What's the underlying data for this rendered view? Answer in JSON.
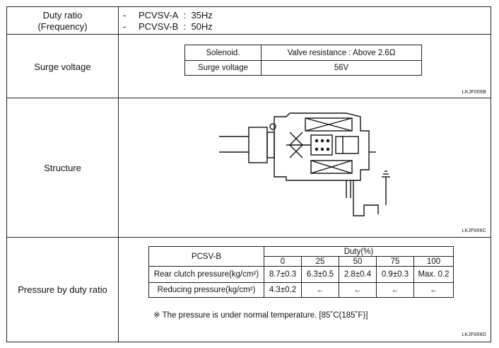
{
  "duty_ratio": {
    "label_line1": "Duty ratio",
    "label_line2": "(Frequency)",
    "bullet": "-",
    "items": [
      {
        "name": "PCVSV-A",
        "sep": ":",
        "value": "35Hz"
      },
      {
        "name": "PCVSV-B",
        "sep": ":",
        "value": "50Hz"
      }
    ]
  },
  "surge_voltage": {
    "label": "Surge voltage",
    "table": {
      "rows": [
        [
          "Solenoid.",
          "Valve resistance : Above 2.6Ω"
        ],
        [
          "Surge voltage",
          "56V"
        ]
      ]
    },
    "code": "LKJF006B"
  },
  "structure": {
    "label": "Structure",
    "code": "LKJF006C"
  },
  "pressure": {
    "label": "Pressure by duty ratio",
    "table": {
      "corner": "PCSV-B",
      "group_header": "Duty(%)",
      "duty_values": [
        "0",
        "25",
        "50",
        "75",
        "100"
      ],
      "rows": [
        {
          "name": "Rear clutch pressure(kg/cm²)",
          "values": [
            "8.7±0.3",
            "6.3±0.5",
            "2.8±0.4",
            "0.9±0.3",
            "Max. 0.2"
          ]
        },
        {
          "name": "Reducing pressure(kg/cm²)",
          "values": [
            "4.3±0.2",
            "←",
            "←",
            "←",
            "←"
          ]
        }
      ]
    },
    "note": "※ The pressure is under normal temperature. [85˚C(185˚F)]",
    "code": "LKJF006D"
  }
}
